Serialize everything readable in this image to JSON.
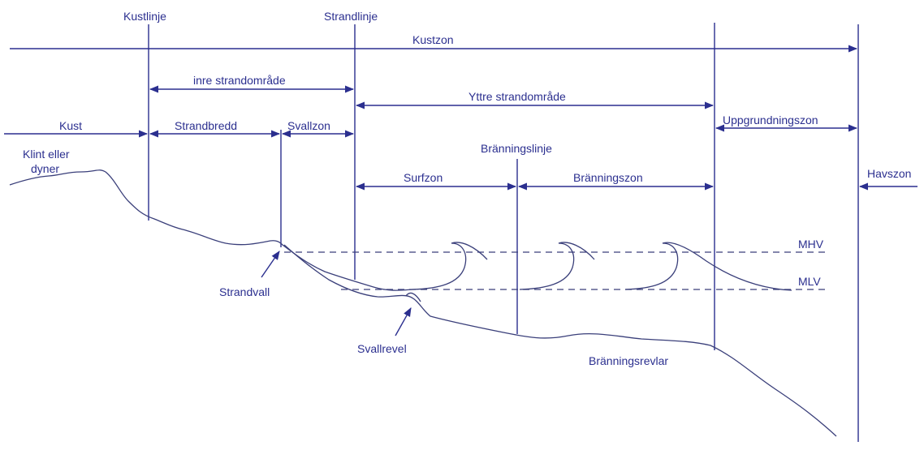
{
  "labels": {
    "kustlinje": "Kustlinje",
    "strandlinje": "Strandlinje",
    "kustzon": "Kustzon",
    "inre": "inre strandområde",
    "yttre": "Yttre strandområde",
    "kust": "Kust",
    "strandbredd": "Strandbredd",
    "svallzon": "Svallzon",
    "uppgrundningszon": "Uppgrundningszon",
    "klint1": "Klint eller",
    "klint2": "dyner",
    "branningslinje": "Bränningslinje",
    "surfzon": "Surfzon",
    "branningszon": "Bränningszon",
    "havszon": "Havszon",
    "mhv": "MHV",
    "mlv": "MLV",
    "strandvall": "Strandvall",
    "svallrevel": "Svallrevel",
    "branningsrevlar": "Bränningsrevlar"
  },
  "colors": {
    "ink": "#2b2f8f",
    "pencil": "#3a3f7a"
  }
}
